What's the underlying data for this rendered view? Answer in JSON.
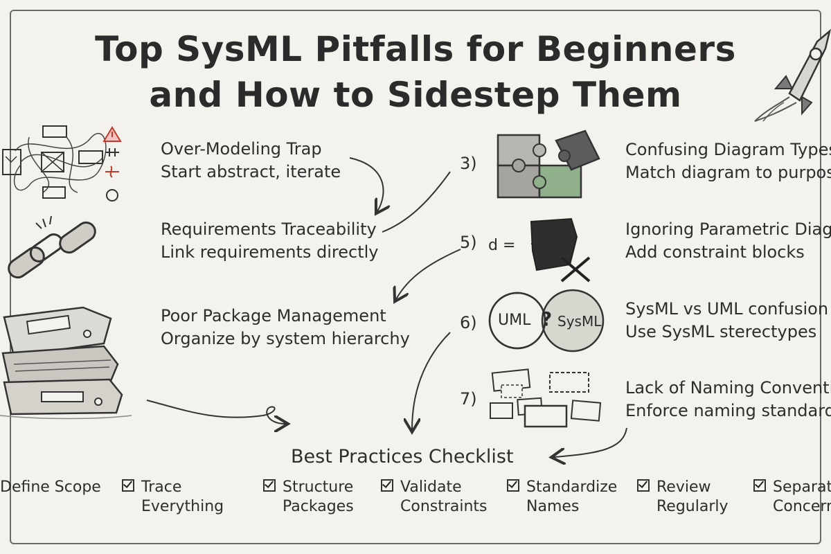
{
  "title": {
    "line1": "Top SysML Pitfalls for Beginners",
    "line2": "and How to Sidestep Them"
  },
  "pitfalls": [
    {
      "title": "Over-Modeling Trap",
      "tip": "Start abstract, iterate"
    },
    {
      "title": "Requirements Traceability",
      "tip": "Link requirements directly"
    },
    {
      "title": "Poor Package Management",
      "tip": "Organize by system hierarchy"
    },
    {
      "number": "3)",
      "title": "Confusing Diagram Types",
      "tip": "Match diagram to purpose"
    },
    {
      "number": "5)",
      "title": "Ignoring Parametric Diag",
      "tip": "Add constraint blocks"
    },
    {
      "number": "6)",
      "title": "SysML vs UML confusion",
      "tip": "Use SysML sterectypes"
    },
    {
      "number": "7)",
      "title": "Lack of Naming Conventi",
      "tip": "Enforce naming standards"
    }
  ],
  "illustrations": {
    "parametric_text": "d =",
    "venn_left": "UML",
    "venn_center": "?",
    "venn_right": "SysML"
  },
  "checklist": {
    "title": "Best Practices Checklist",
    "items": [
      {
        "line1": "Define Scope",
        "line2": ""
      },
      {
        "line1": "Trace",
        "line2": "Everything"
      },
      {
        "line1": "Structure",
        "line2": "Packages"
      },
      {
        "line1": "Validate",
        "line2": "Constraints"
      },
      {
        "line1": "Standardize",
        "line2": "Names"
      },
      {
        "line1": "Review",
        "line2": "Regularly"
      },
      {
        "line1": "Separat",
        "line2": "Concern"
      }
    ]
  },
  "colors": {
    "background": "#f4f2ec",
    "ink": "#2d2d2d",
    "warning": "#d9534f",
    "puzzle_green": "#8fb08a"
  }
}
